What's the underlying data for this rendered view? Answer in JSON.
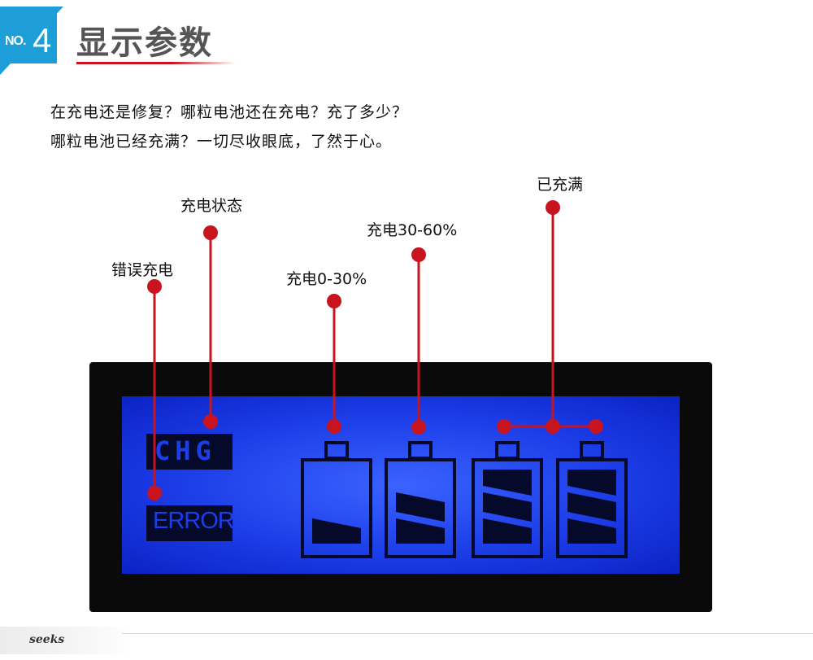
{
  "header": {
    "badge_no": "NO.",
    "badge_num": "4",
    "title": "显示参数"
  },
  "description": {
    "line1": "在充电还是修复？哪粒电池还在充电？充了多少？",
    "line2": "哪粒电池已经充满？一切尽收眼底，了然于心。"
  },
  "labels": {
    "error_charge": "错误充电",
    "charge_status": "充电状态",
    "charge_0_30": "充电0-30%",
    "charge_30_60": "充电30-60%",
    "full": "已充满"
  },
  "lcd": {
    "chg": "CHG",
    "error": "ERROR",
    "batteries": [
      {
        "bars": 1
      },
      {
        "bars": 2
      },
      {
        "bars": 3
      },
      {
        "bars": 3
      }
    ]
  },
  "footer": {
    "logo": "seeks"
  },
  "colors": {
    "badge": "#1d9ed9",
    "accent": "#c8141e",
    "lcd": "#1c3de8"
  }
}
